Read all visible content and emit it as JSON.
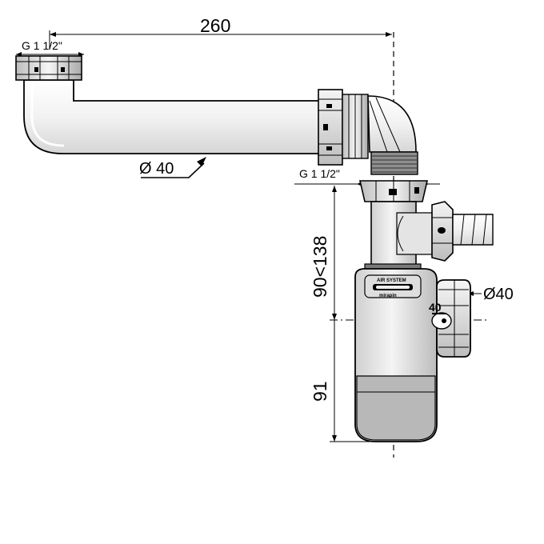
{
  "dimensions": {
    "length": "260",
    "top_thread": "G 1 1/2\"",
    "pipe_diameter": "Ø 40",
    "trap_thread": "G 1 1/2\"",
    "height_range": "90<138",
    "outlet_diameter": "Ø40",
    "bottom_height": "91"
  },
  "product_marks": {
    "brand_top": "AIR SYSTEM",
    "brand_bottom": "mirapin",
    "outlet_size": "40"
  },
  "colors": {
    "line": "#000000",
    "fill_light": "#e9e9e9",
    "fill_mid": "#cfcfcf",
    "fill_dark": "#8a8a8a"
  }
}
